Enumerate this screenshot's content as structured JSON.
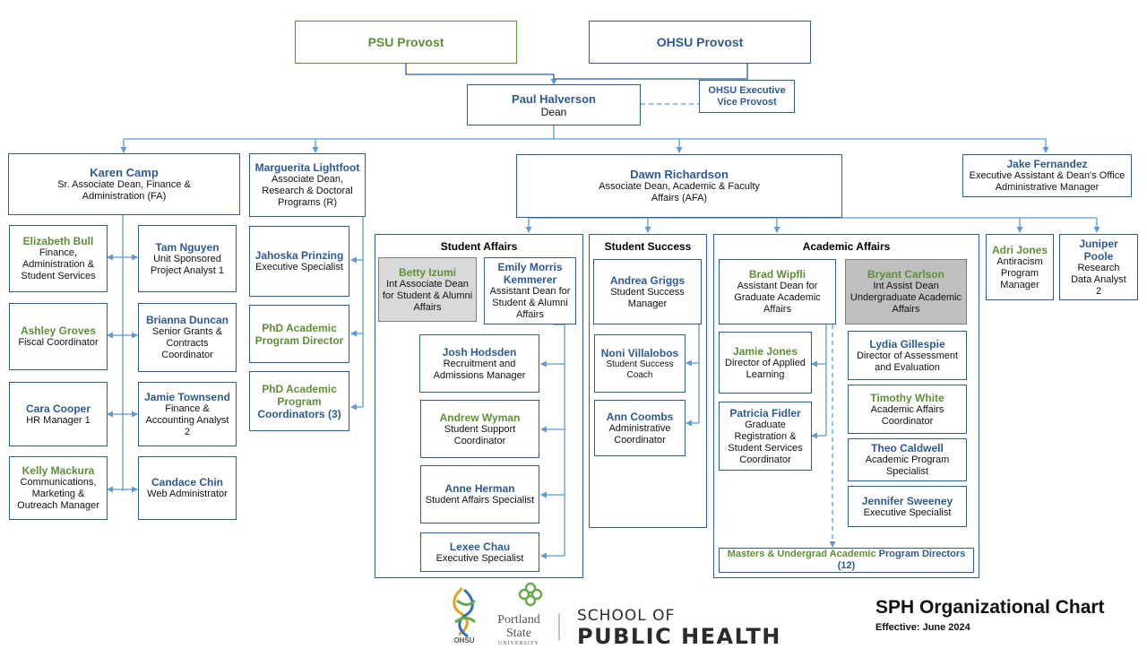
{
  "provosts": {
    "psu": "PSU Provost",
    "ohsu": "OHSU Provost",
    "ohsu_evp": "OHSU Executive Vice Provost"
  },
  "dean": {
    "name": "Paul Halverson",
    "title": "Dean"
  },
  "fa": {
    "lead": {
      "name": "Karen Camp",
      "title": "Sr. Associate Dean, Finance & Administration (FA)"
    },
    "left": [
      {
        "name": "Elizabeth Bull",
        "title": "Finance, Administration & Student Services"
      },
      {
        "name": "Ashley Groves",
        "title": "Fiscal Coordinator"
      },
      {
        "name": "Cara Cooper",
        "title": "HR Manager 1"
      },
      {
        "name": "Kelly Mackura",
        "title": "Communications, Marketing & Outreach Manager"
      }
    ],
    "right": [
      {
        "name": "Tam Nguyen",
        "title": "Unit Sponsored Project Analyst 1"
      },
      {
        "name": "Brianna Duncan",
        "title": "Senior Grants & Contracts Coordinator"
      },
      {
        "name": "Jamie Townsend",
        "title": "Finance & Accounting Analyst 2"
      },
      {
        "name": "Candace Chin",
        "title": "Web Administrator"
      }
    ]
  },
  "research": {
    "lead": {
      "name": "Marguerita Lightfoot",
      "title": "Associate Dean, Research & Doctoral Programs (R)"
    },
    "staff": [
      {
        "name": "Jahoska Prinzing",
        "title": "Executive Specialist"
      },
      {
        "name": "PhD Academic Program Director",
        "title": ""
      },
      {
        "name": "PhD Academic Program Coordinators (3)",
        "title": ""
      }
    ]
  },
  "afa": {
    "lead": {
      "name": "Dawn Richardson",
      "title": "Associate Dean, Academic & Faculty Affairs (AFA)"
    }
  },
  "jake": {
    "name": "Jake Fernandez",
    "title": "Executive Assistant & Dean's Office Administrative Manager"
  },
  "student_affairs": {
    "heading": "Student Affairs",
    "betty": {
      "name": "Betty Izumi",
      "title": "Int Associate Dean for Student & Alumni Affairs"
    },
    "emily": {
      "name": "Emily Morris Kemmerer",
      "title": "Assistant Dean for Student & Alumni Affairs"
    },
    "staff": [
      {
        "name": "Josh Hodsden",
        "title": "Recruitment and Admissions Manager"
      },
      {
        "name": "Andrew Wyman",
        "title": "Student Support Coordinator"
      },
      {
        "name": "Anne Herman",
        "title": "Student Affairs Specialist"
      },
      {
        "name": "Lexee Chau",
        "title": "Executive Specialist"
      }
    ]
  },
  "student_success": {
    "heading": "Student Success",
    "andrea": {
      "name": "Andrea Griggs",
      "title": "Student Success Manager"
    },
    "noni": {
      "name": "Noni Villalobos",
      "title": "Student Success Coach"
    },
    "ann": {
      "name": "Ann Coombs",
      "title": "Administrative Coordinator"
    }
  },
  "academic_affairs": {
    "heading": "Academic Affairs",
    "brad": {
      "name": "Brad Wipfli",
      "title": "Assistant Dean for Graduate Academic Affairs"
    },
    "bryant": {
      "name": "Bryant Carlson",
      "title": "Int Assist Dean Undergraduate Academic Affairs"
    },
    "jamie": {
      "name": "Jamie Jones",
      "title": "Director of Applied Learning"
    },
    "patricia": {
      "name": "Patricia Fidler",
      "title": "Graduate Registration & Student Services Coordinator"
    },
    "right": [
      {
        "name": "Lydia Gillespie",
        "title": "Director of Assessment and Evaluation"
      },
      {
        "name": "Timothy White",
        "title": "Academic Affairs Coordinator"
      },
      {
        "name": "Theo Caldwell",
        "title": "Academic Program Specialist"
      },
      {
        "name": "Jennifer Sweeney",
        "title": "Executive Specialist"
      }
    ],
    "masters": {
      "green": "Masters & Undergrad Academic",
      "blue": " Program Directors",
      "count": "(12)"
    }
  },
  "adri": {
    "name": "Adri Jones",
    "title": "Antiracism Program Manager"
  },
  "juniper": {
    "name": "Juniper Poole",
    "title": "Research Data Analyst 2"
  },
  "footer": {
    "ohsu_logo_text": "OHSU",
    "psu_line1": "Portland",
    "psu_line2": "State",
    "psu_line3": "UNIVERSITY",
    "school_line1": "SCHOOL OF",
    "school_line2": "PUBLIC HEALTH",
    "chart_title": "SPH Organizational Chart",
    "effective": "Effective: June 2024"
  },
  "colors": {
    "blue_line": "#5b9bd5",
    "box_border": "#2f5f8f",
    "name_blue": "#2e5a94",
    "name_green": "#5d8f35",
    "gray_fill": "#d9d9d9"
  }
}
